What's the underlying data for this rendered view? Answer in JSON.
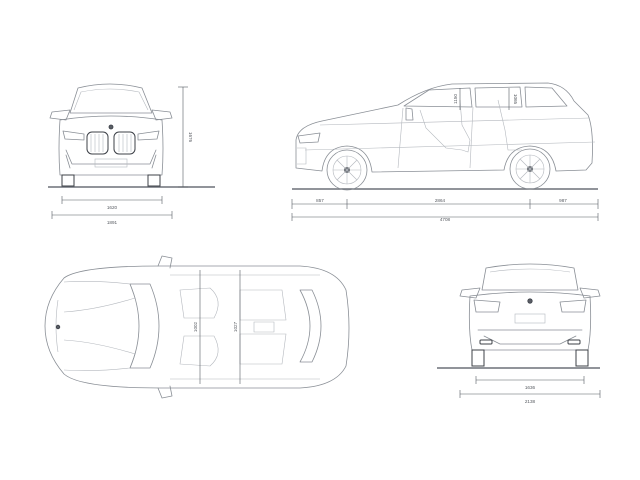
{
  "dimensions": {
    "front_track": "1620",
    "front_width": "1891",
    "height": "1676",
    "front_overhang": "857",
    "wheelbase": "2864",
    "rear_overhang": "987",
    "length": "4708",
    "interior_a": "1002",
    "interior_b": "1027",
    "seat_height_front": "1150",
    "seat_height_rear": "1065",
    "rear_track": "1636",
    "rear_width": "2138"
  },
  "colors": {
    "line": "#8a8f96",
    "dimension": "#555a61",
    "background": "#ffffff"
  }
}
